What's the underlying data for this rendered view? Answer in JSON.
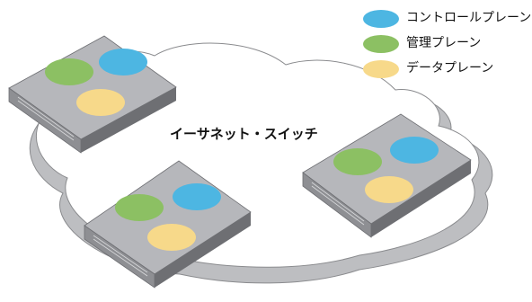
{
  "title": "イーサネット・スイッチ",
  "legend": [
    {
      "label": "コントロールプレーン",
      "color": "#4db6e2"
    },
    {
      "label": "管理プレーン",
      "color": "#8cc063"
    },
    {
      "label": "データプレーン",
      "color": "#f7d98a"
    }
  ],
  "colors": {
    "switch_top": "#b6b7bb",
    "switch_side": "#6e6f73",
    "switch_front": "#8e8f93",
    "ring": "#bdbec1",
    "cloud_outline": "#8a8b8e"
  },
  "switches": [
    {
      "id": "left-switch"
    },
    {
      "id": "right-switch"
    },
    {
      "id": "bottom-switch"
    }
  ]
}
